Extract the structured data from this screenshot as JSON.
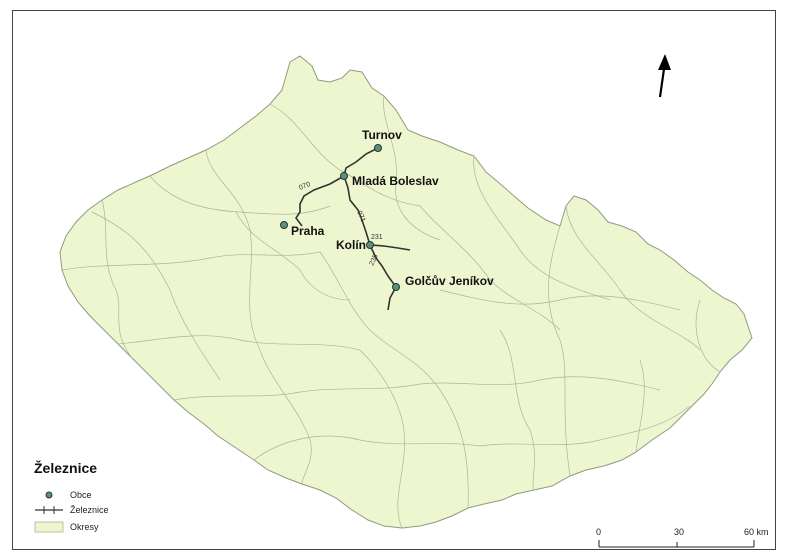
{
  "legend": {
    "title": "Železnice",
    "items": [
      {
        "symbol": "point",
        "label": "Obce"
      },
      {
        "symbol": "rail",
        "label": "Železnice"
      },
      {
        "symbol": "polygon",
        "label": "Okresy"
      }
    ]
  },
  "towns": [
    {
      "name": "Turnov"
    },
    {
      "name": "Mladá Boleslav"
    },
    {
      "name": "Praha"
    },
    {
      "name": "Kolín"
    },
    {
      "name": "Golčův Jeníkov"
    }
  ],
  "rail_lines": [
    "070",
    "071",
    "231",
    "235"
  ],
  "scale": {
    "labels": [
      "0",
      "30",
      "60 km"
    ]
  },
  "colors": {
    "district_fill": "#eef6cf",
    "district_border": "#a9b59a",
    "rail": "#333333",
    "town_marker": "#5f8f7a"
  },
  "north_arrow_icon": "north-arrow-icon"
}
